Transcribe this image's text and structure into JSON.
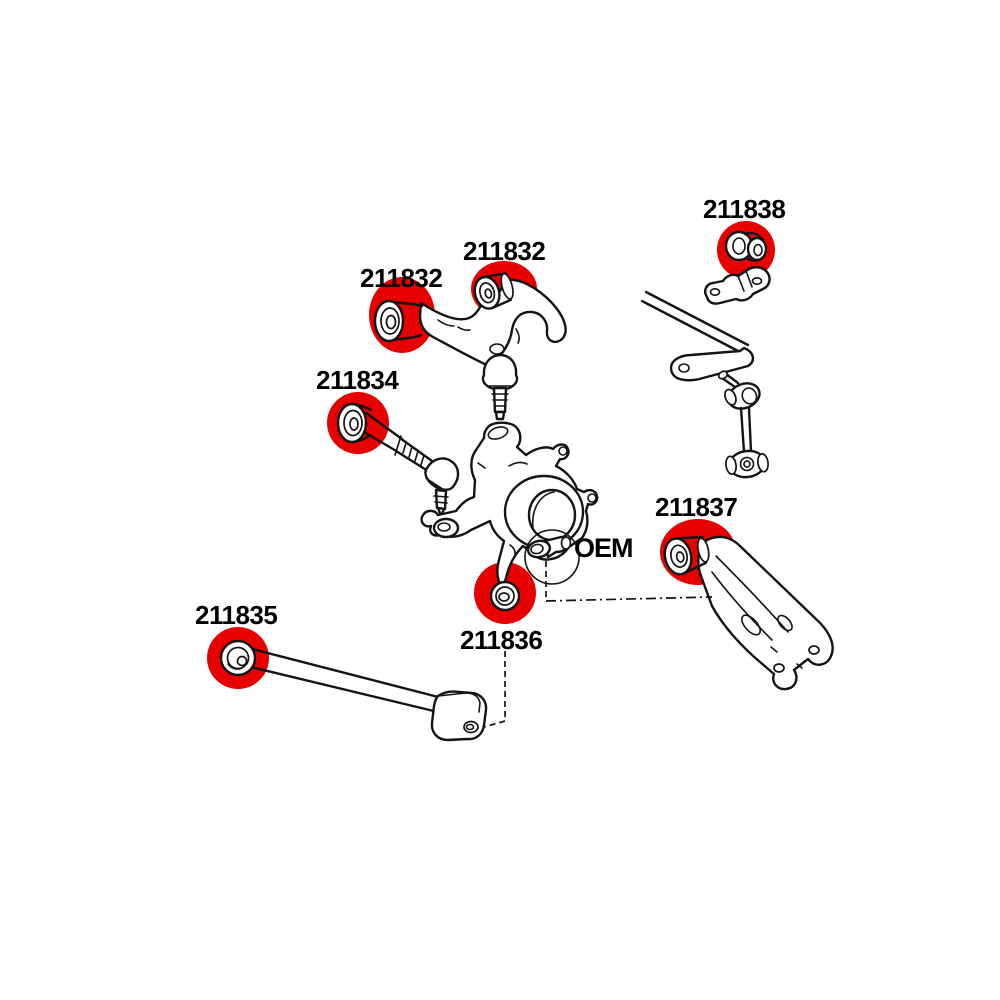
{
  "colors": {
    "highlight": "#e60000",
    "line": "#141414",
    "text": "#000000",
    "bg": "#ffffff"
  },
  "labels": [
    {
      "id": "upper-arm-front-bushing",
      "text": "211832"
    },
    {
      "id": "upper-arm-rear-bushing",
      "text": "211832"
    },
    {
      "id": "toe-arm-bushing",
      "text": "211834"
    },
    {
      "id": "trailing-arm-bushing",
      "text": "211835"
    },
    {
      "id": "knuckle-bushing",
      "text": "211836"
    },
    {
      "id": "lower-arm-bushing",
      "text": "211837"
    },
    {
      "id": "stabilizer-bar-bushing",
      "text": "211838"
    },
    {
      "id": "oem-marker",
      "text": "OEM"
    }
  ]
}
